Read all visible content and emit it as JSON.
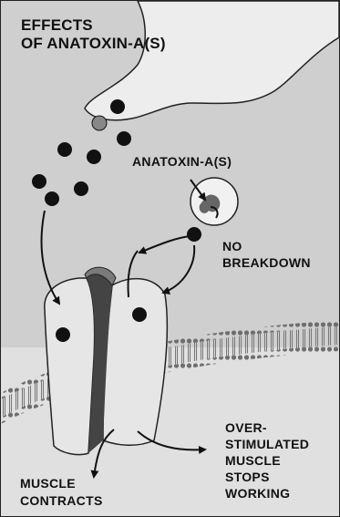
{
  "title": {
    "line1": "EFFECTS",
    "line2": "OF ANATOXIN-A(S)"
  },
  "labels": {
    "toxin": "ANATOXIN-A(S)",
    "no_breakdown": [
      "NO",
      "BREAKDOWN"
    ],
    "muscle_contracts": [
      "MUSCLE",
      "CONTRACTS"
    ],
    "overstimulated": [
      "OVER-",
      "STIMULATED",
      "MUSCLE",
      "STOPS",
      "WORKING"
    ]
  },
  "colors": {
    "background": "#cfcfcf",
    "ink": "#111111",
    "membrane": "#8a8a8a",
    "receptor": "#e6e6e6",
    "channel": "#444444",
    "nerve_terminal": "#ededed"
  }
}
